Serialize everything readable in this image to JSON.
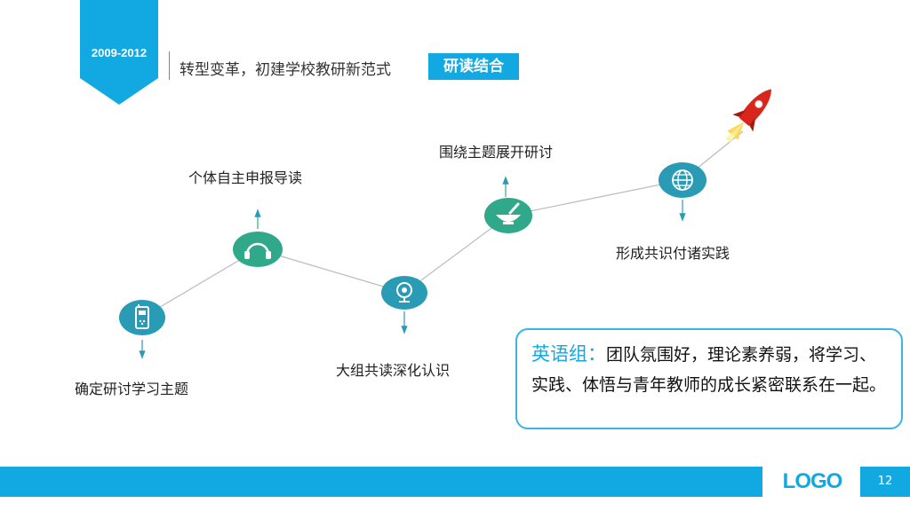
{
  "header": {
    "year_range": "2009-2012",
    "subtitle": "转型变革，初建学校教研新范式",
    "tag": "研读结合"
  },
  "colors": {
    "accent_blue": "#12a9e3",
    "teal_green": "#2fa98a",
    "teal_blue": "#2a9bb5"
  },
  "flow": {
    "steps": [
      {
        "label": "确定研讨学习主题",
        "icon": "phone-icon"
      },
      {
        "label": "个体自主申报导读",
        "icon": "headphones-icon"
      },
      {
        "label": "大组共读深化认识",
        "icon": "webcam-icon"
      },
      {
        "label": "围绕主题展开研讨",
        "icon": "mortar-pestle-icon"
      },
      {
        "label": "形成共识付诸实践",
        "icon": "globe-icon"
      }
    ],
    "end_icon": "rocket-icon"
  },
  "note": {
    "heading": "英语组：",
    "text": "团队氛围好，理论素养弱，将学习、实践、体悟与青年教师的成长紧密联系在一起。"
  },
  "footer": {
    "logo": "LOGO",
    "page_number": "12"
  }
}
